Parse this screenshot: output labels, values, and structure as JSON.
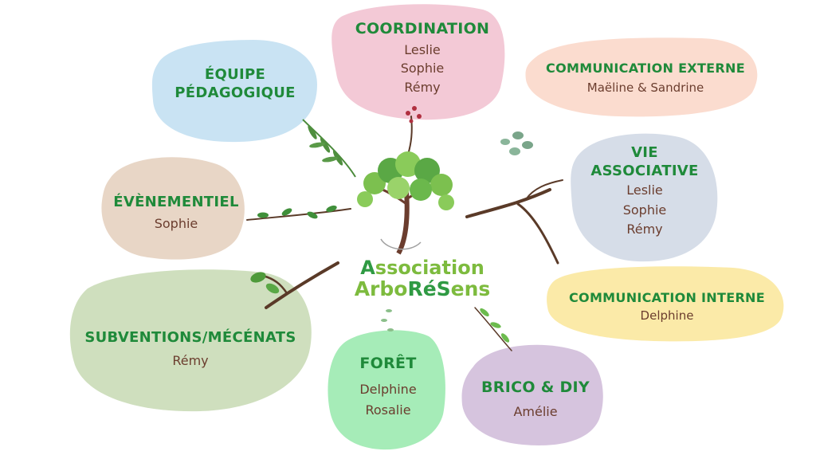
{
  "logo": {
    "line1": [
      {
        "text": "A",
        "tone": "dark"
      },
      {
        "text": "ssociation",
        "tone": "light"
      }
    ],
    "line2": [
      {
        "text": "Arbo",
        "tone": "light"
      },
      {
        "text": "RéS",
        "tone": "dark"
      },
      {
        "text": "ens",
        "tone": "light"
      }
    ]
  },
  "groups": [
    {
      "id": "equipe",
      "title_lines": [
        "ÉQUIPE",
        "PÉDAGOGIQUE"
      ],
      "names": [],
      "color": "#c9e3f3"
    },
    {
      "id": "coordination",
      "title_lines": [
        "COORDINATION"
      ],
      "names": [
        "Leslie",
        "Sophie",
        "Rémy"
      ],
      "color": "#f3c9d6"
    },
    {
      "id": "comm-externe",
      "title_lines": [
        "COMMUNICATION EXTERNE"
      ],
      "names": [
        "Maëline & Sandrine"
      ],
      "color": "#fbdccf"
    },
    {
      "id": "vie-associative",
      "title_lines": [
        "VIE",
        "ASSOCIATIVE"
      ],
      "names": [
        "Leslie",
        "Sophie",
        "Rémy"
      ],
      "color": "#d6dde8"
    },
    {
      "id": "evenementiel",
      "title_lines": [
        "ÉVÈNEMENTIEL"
      ],
      "names": [
        "Sophie"
      ],
      "color": "#e8d6c6"
    },
    {
      "id": "comm-interne",
      "title_lines": [
        "COMMUNICATION INTERNE"
      ],
      "names": [
        "Delphine"
      ],
      "color": "#fbeaa8"
    },
    {
      "id": "subventions",
      "title_lines": [
        "SUBVENTIONS/MÉCÉNATS"
      ],
      "names": [
        "Rémy"
      ],
      "color": "#cfdfbe"
    },
    {
      "id": "foret",
      "title_lines": [
        "FORÊT"
      ],
      "names": [
        "Delphine",
        "Rosalie"
      ],
      "color": "#a6ecb8"
    },
    {
      "id": "brico",
      "title_lines": [
        "BRICO & DIY"
      ],
      "names": [
        "Amélie"
      ],
      "color": "#d6c4de"
    }
  ]
}
